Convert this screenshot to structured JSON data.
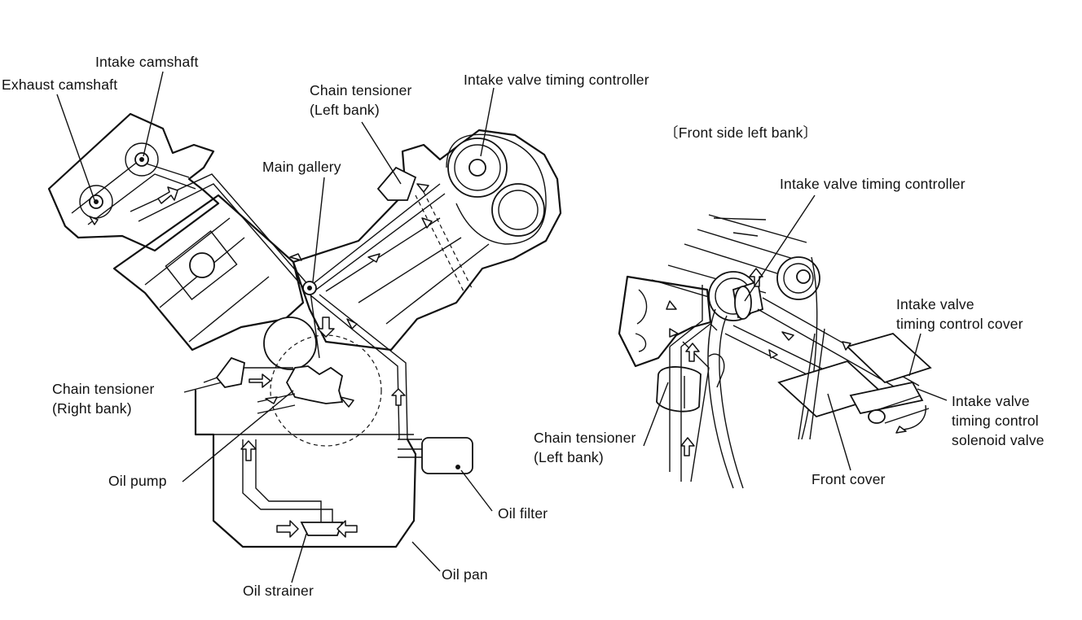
{
  "labels": {
    "intake_camshaft": "Intake camshaft",
    "exhaust_camshaft": "Exhaust camshaft",
    "chain_tensioner_left_top": [
      "Chain tensioner",
      "(Left bank)"
    ],
    "intake_valve_timing_controller_top": "Intake valve timing controller",
    "main_gallery": "Main gallery",
    "chain_tensioner_right": [
      "Chain tensioner",
      "(Right bank)"
    ],
    "oil_pump": "Oil pump",
    "oil_filter": "Oil filter",
    "oil_pan": "Oil pan",
    "oil_strainer": "Oil strainer",
    "front_side_left_bank": "〔Front  side  left bank〕",
    "intake_valve_timing_controller_detail": "Intake valve timing controller",
    "intake_valve_timing_control_cover": [
      "Intake valve",
      "timing control cover"
    ],
    "intake_valve_timing_control_solenoid_valve": [
      "Intake valve",
      "timing control",
      "solenoid valve"
    ],
    "chain_tensioner_left_detail": [
      "Chain tensioner",
      "(Left bank)"
    ],
    "front_cover": "Front cover"
  }
}
